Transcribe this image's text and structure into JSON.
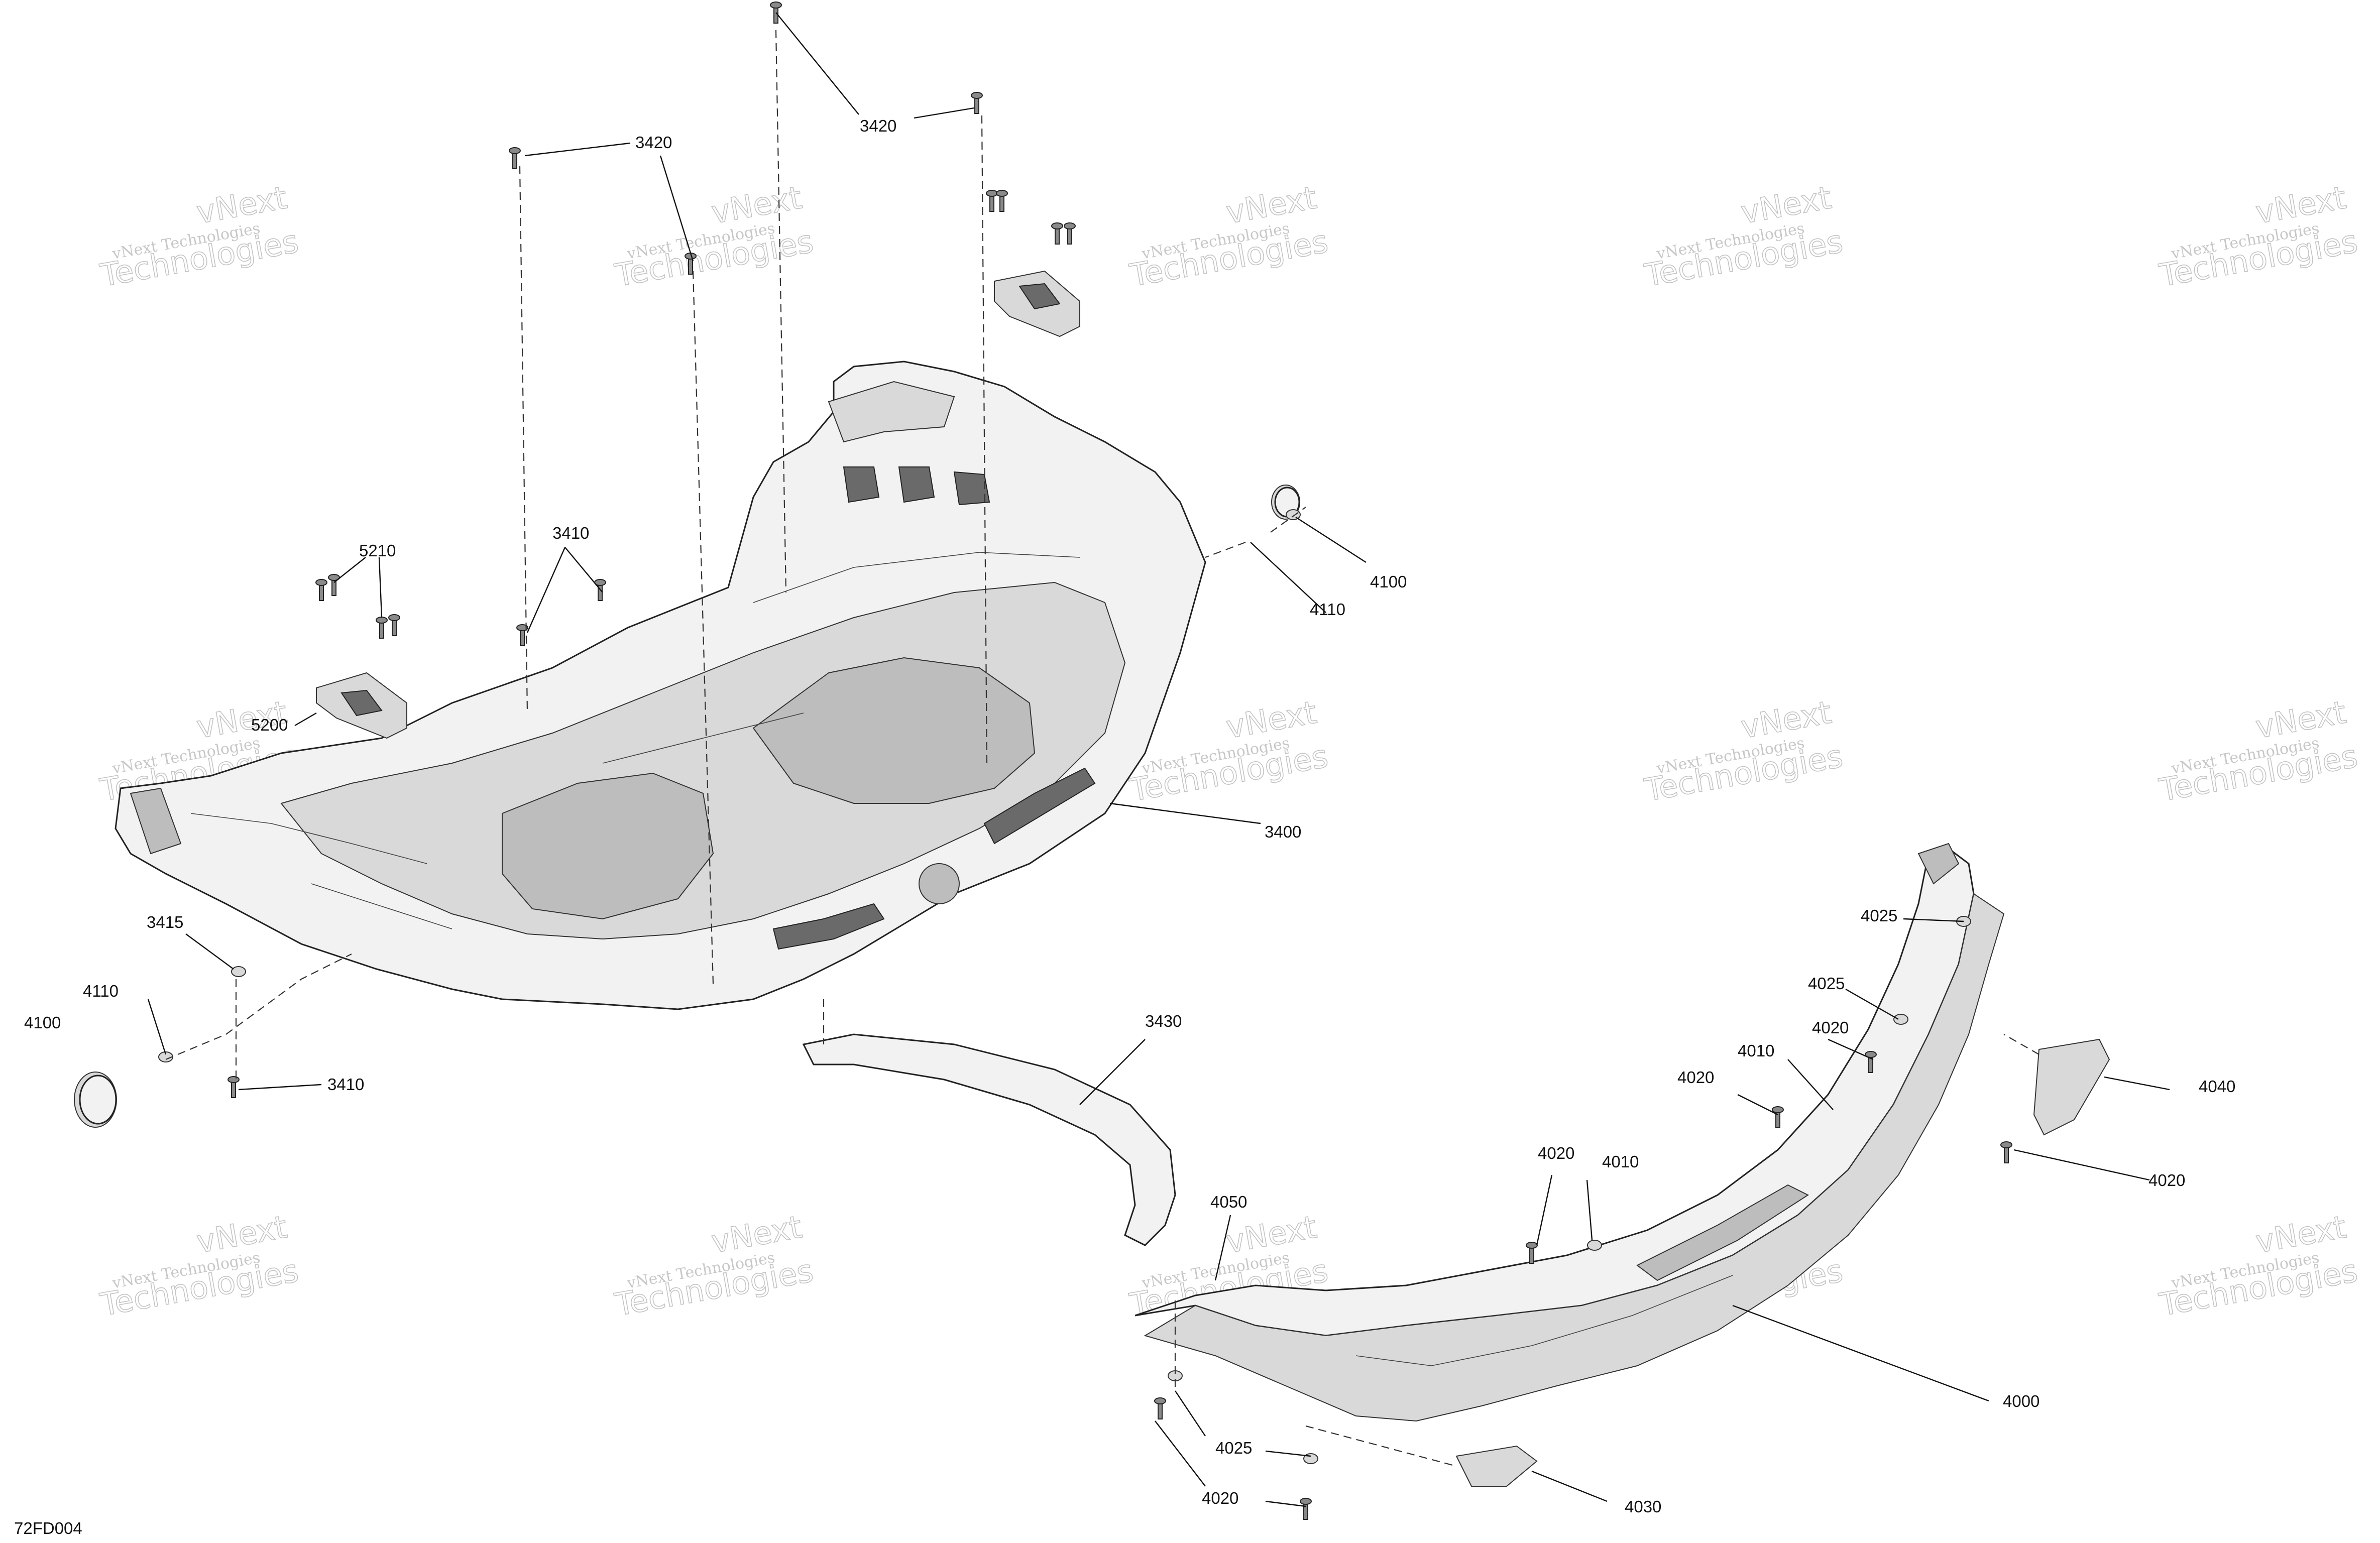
{
  "diagram_code": "72FD004",
  "watermark": {
    "line1": "vNext Technologies",
    "line2_top": "vNext",
    "line2_bottom": "Technologies"
  },
  "callouts": [
    {
      "id": "c3420a",
      "text": "3420"
    },
    {
      "id": "c3420b",
      "text": "3420"
    },
    {
      "id": "c3410a",
      "text": "3410"
    },
    {
      "id": "c3410b",
      "text": "3410"
    },
    {
      "id": "c5210",
      "text": "5210"
    },
    {
      "id": "c5200",
      "text": "5200"
    },
    {
      "id": "c3400",
      "text": "3400"
    },
    {
      "id": "c3415",
      "text": "3415"
    },
    {
      "id": "c4110a",
      "text": "4110"
    },
    {
      "id": "c4110b",
      "text": "4110"
    },
    {
      "id": "c4100a",
      "text": "4100"
    },
    {
      "id": "c4100b",
      "text": "4100"
    },
    {
      "id": "c3430",
      "text": "3430"
    },
    {
      "id": "c4025a",
      "text": "4025"
    },
    {
      "id": "c4025b",
      "text": "4025"
    },
    {
      "id": "c4025c",
      "text": "4025"
    },
    {
      "id": "c4020a",
      "text": "4020"
    },
    {
      "id": "c4020b",
      "text": "4020"
    },
    {
      "id": "c4020c",
      "text": "4020"
    },
    {
      "id": "c4020d",
      "text": "4020"
    },
    {
      "id": "c4020e",
      "text": "4020"
    },
    {
      "id": "c4010a",
      "text": "4010"
    },
    {
      "id": "c4010b",
      "text": "4010"
    },
    {
      "id": "c4040",
      "text": "4040"
    },
    {
      "id": "c4050",
      "text": "4050"
    },
    {
      "id": "c4000",
      "text": "4000"
    },
    {
      "id": "c4030",
      "text": "4030"
    }
  ]
}
